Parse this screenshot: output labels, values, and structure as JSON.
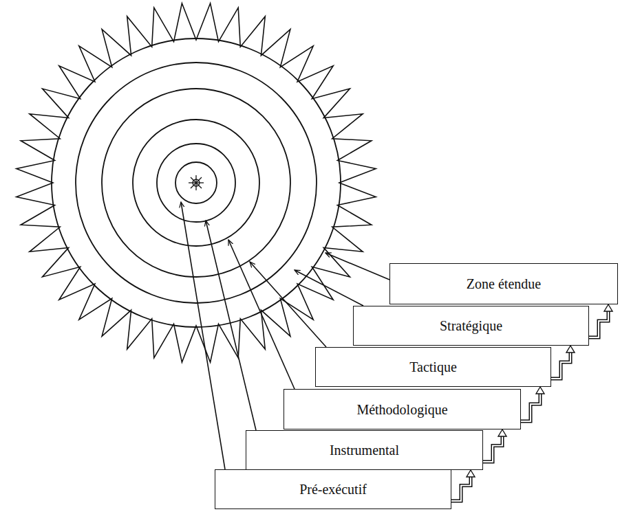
{
  "diagram": {
    "nodes": [
      {
        "text": [
          "Zone étendue"
        ]
      },
      {
        "text": [
          "Stratégique"
        ]
      },
      {
        "text": [
          "Tactique"
        ]
      },
      {
        "text": [
          "Méthodologique"
        ]
      },
      {
        "text": [
          "Instrumental"
        ]
      },
      {
        "text": [
          "Pré-exécutif"
        ]
      }
    ],
    "edges": [
      {
        "from": 5,
        "to": 4,
        "arrow": "to"
      },
      {
        "from": 4,
        "to": 3,
        "arrow": "to"
      },
      {
        "from": 3,
        "to": 2,
        "arrow": "to"
      },
      {
        "from": 2,
        "to": 1,
        "arrow": "to"
      },
      {
        "from": 1,
        "to": 0,
        "arrow": "to"
      }
    ]
  }
}
